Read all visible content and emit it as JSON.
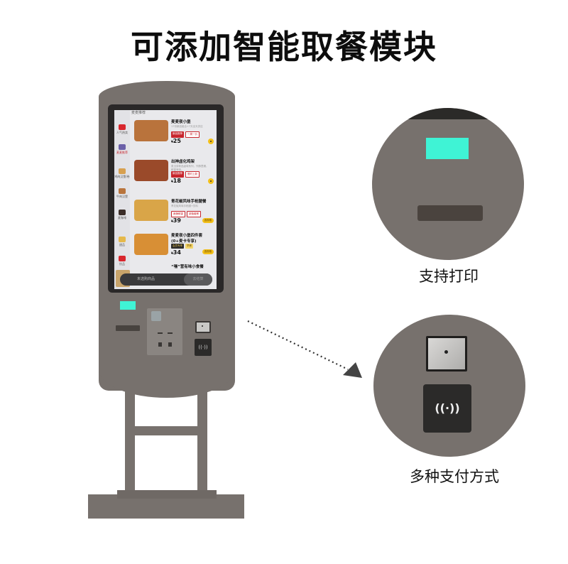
{
  "title": "可添加智能取餐模块",
  "screen": {
    "header": "麦麦推荐",
    "sidebar": [
      {
        "label": "人气热卖",
        "color": "#d8262d"
      },
      {
        "label": "麦麦推荐",
        "color": "#c8262d"
      },
      {
        "label": "鸡肉汉堡/卷",
        "color": "#d7a050"
      },
      {
        "label": "牛肉汉堡",
        "color": "#b8743c"
      },
      {
        "label": "麦咖啡",
        "color": "#3b2d28"
      },
      {
        "label": "甜品",
        "color": "#e5b84a"
      },
      {
        "label": "饮品",
        "color": "#d8262d"
      }
    ],
    "items": [
      {
        "name": "麦麦夜小堡",
        "desc": "17份新品组合+7天全天供应",
        "tags": [
          "新品推荐",
          "一周一价"
        ],
        "price": "25",
        "action": "add",
        "img_color": "#b9733c"
      },
      {
        "name": "出神卤化鸡架",
        "desc": "麦当劳新品卤味系列，外酥里嫩，鲜香有味。",
        "tags": [
          "新品推荐",
          "限时上新"
        ],
        "price": "18",
        "action": "add",
        "img_color": "#9a4a2a"
      },
      {
        "name": "青花椒风味手枪腿餐",
        "desc": "青花椒风味手枪腿+饮料",
        "tags": [
          "麻辣鲜香",
          "超值套餐"
        ],
        "price": "39",
        "action": "选规格",
        "img_color": "#d9a548"
      },
      {
        "name": "麦麦夜小堡四件套(0+麦卡专享)",
        "desc": "",
        "tags": [
          "会员专享",
          "早餐"
        ],
        "price": "34",
        "action": "选规格",
        "img_color": "#d88f35"
      },
      {
        "name": "“嘿”营有味小食餐",
        "desc": "",
        "tags": [],
        "price": "",
        "action": "",
        "img_color": "#c57a30"
      }
    ],
    "cart": {
      "text": "未选购商品",
      "button": "去结算"
    }
  },
  "features": [
    {
      "caption": "支持打印",
      "icon": "printer-module"
    },
    {
      "caption": "多种支付方式",
      "icon": "payment-module"
    }
  ],
  "colors": {
    "kiosk_gray": "#77716d",
    "qr_light": "#3ff3d5",
    "screen_frame": "#2a2828",
    "accent_yellow": "#f3c019",
    "accent_red": "#c8262d"
  },
  "icons": {
    "nfc": "((·))"
  }
}
